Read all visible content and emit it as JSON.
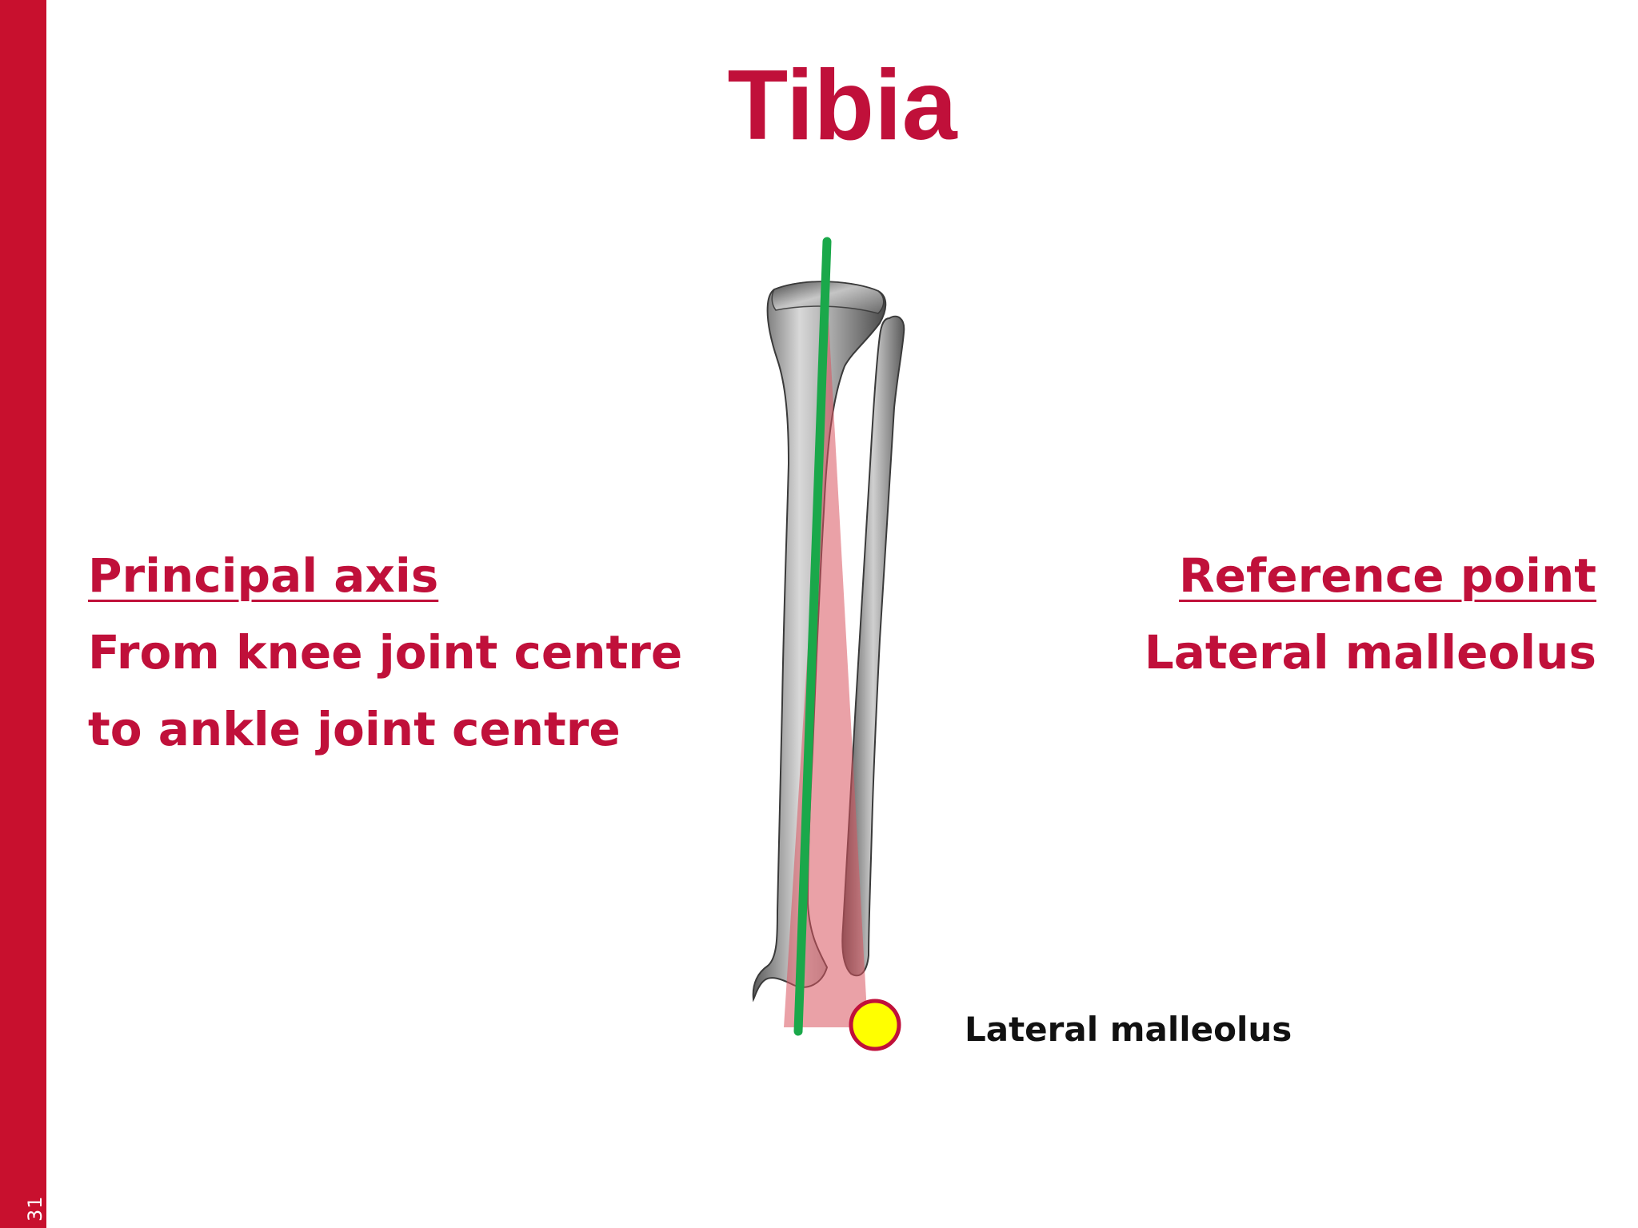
{
  "slide": {
    "number": "31",
    "title": "Tibia"
  },
  "principal_axis": {
    "heading": "Principal axis",
    "lines": [
      "From knee joint centre",
      "to ankle joint centre"
    ]
  },
  "reference_point": {
    "heading": "Reference point",
    "lines": [
      "Lateral malleolus"
    ]
  },
  "diagram": {
    "marker_label": "Lateral malleolus",
    "colors": {
      "accent": "#c8102e",
      "axis_line": "#1aa84a",
      "marker_fill": "#ffff00",
      "marker_stroke": "#c0103a",
      "plane_fill": "#d9535f"
    }
  }
}
